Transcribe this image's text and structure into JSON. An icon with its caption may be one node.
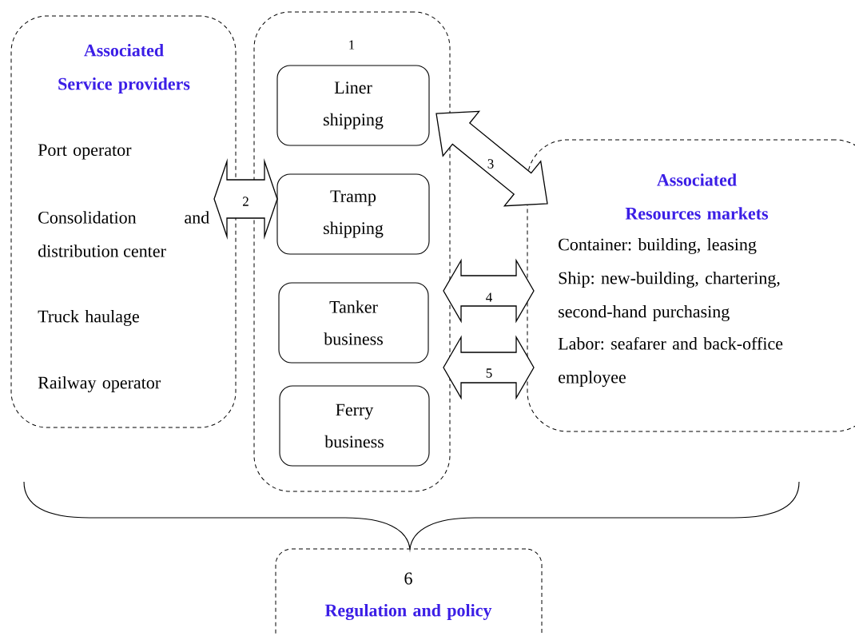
{
  "diagram": {
    "nodes": [
      {
        "text": [
          "Associated Service providers",
          "Port operator",
          "Consolidation and distribution center",
          "Truck haulage",
          "Railway operator"
        ]
      },
      {
        "text": [
          "1"
        ]
      },
      {
        "text": [
          "Liner shipping"
        ],
        "in": 1
      },
      {
        "text": [
          "Tramp shipping"
        ],
        "in": 1
      },
      {
        "text": [
          "Tanker business"
        ],
        "in": 1
      },
      {
        "text": [
          "Ferry business"
        ],
        "in": 1
      },
      {
        "text": [
          "Associated Resources markets",
          "Container: building, leasing",
          "Ship: new-building, chartering, second-hand purchasing",
          "Labor: seafarer and back-office employee"
        ]
      },
      {
        "text": [
          "6",
          "Regulation and policy"
        ]
      }
    ],
    "edges": [
      {
        "from": 0,
        "to": 1,
        "arrow": "both",
        "label": "2"
      },
      {
        "from": 2,
        "to": 6,
        "arrow": "both",
        "label": "3"
      },
      {
        "from": 1,
        "to": 6,
        "arrow": "both",
        "label": "4"
      },
      {
        "from": 1,
        "to": 6,
        "arrow": "both",
        "label": "5"
      }
    ]
  }
}
